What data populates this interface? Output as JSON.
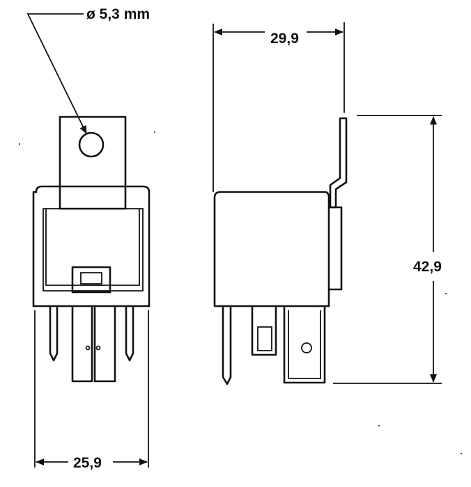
{
  "labels": {
    "hole_diameter": "ø 5,3 mm",
    "side_width": "29,9",
    "height": "42,9",
    "front_width": "25,9"
  },
  "colors": {
    "ink": "#111111",
    "background": "#ffffff"
  }
}
